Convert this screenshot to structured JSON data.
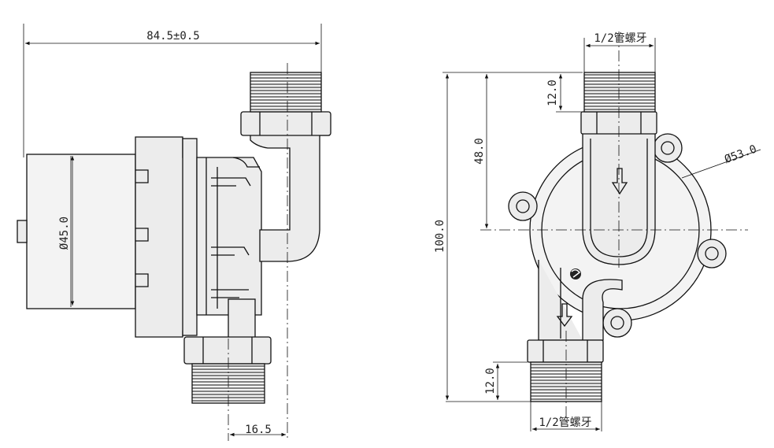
{
  "side_view": {
    "overall_width": "84.5±0.5",
    "motor_diameter": "Ø45.0",
    "outlet_offset": "16.5"
  },
  "front_view": {
    "top_thread": "1/2管螺牙",
    "bottom_thread": "1/2管螺牙",
    "top_thread_length": "12.0",
    "inlet_height": "48.0",
    "total_height": "100.0",
    "volute_diameter": "Ø53.0",
    "bottom_thread_length": "12.0"
  }
}
